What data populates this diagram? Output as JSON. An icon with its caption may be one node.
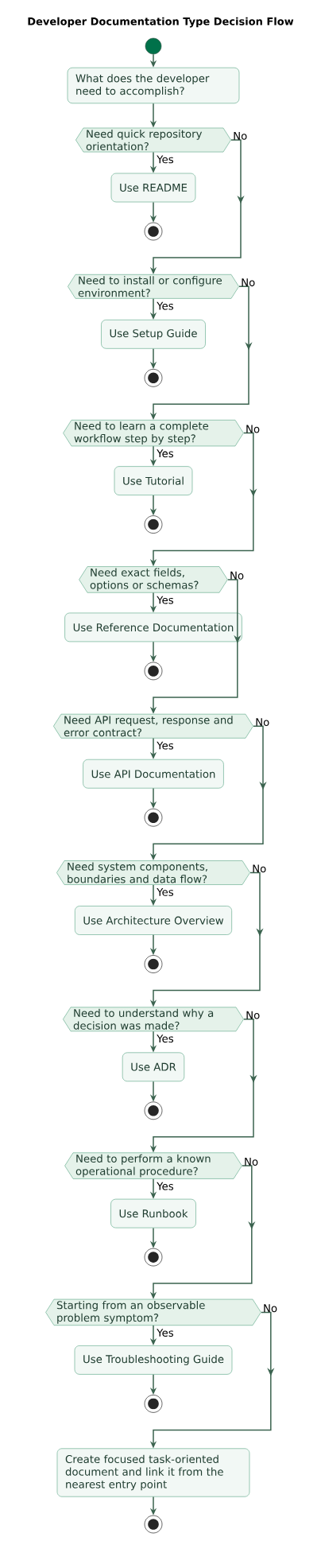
{
  "diagram": {
    "title": "Developer Documentation Type Decision Flow",
    "nodes": [
      {
        "text": [],
        "shape": "circle"
      },
      {
        "text": [
          "What does the developer need to accomplish?"
        ]
      },
      {
        "text": [
          "Need quick repository orientation?"
        ]
      },
      {
        "text": [
          "Use README"
        ]
      },
      {
        "text": [],
        "shape": "circle"
      },
      {
        "text": [
          "Need to install or configure environment?"
        ]
      },
      {
        "text": [
          "Use Setup Guide"
        ]
      },
      {
        "text": [],
        "shape": "circle"
      },
      {
        "text": [
          "Need to learn a complete workflow step by step?"
        ]
      },
      {
        "text": [
          "Use Tutorial"
        ]
      },
      {
        "text": [],
        "shape": "circle"
      },
      {
        "text": [
          "Need exact fields, options or schemas?"
        ]
      },
      {
        "text": [
          "Use Reference Documentation"
        ]
      },
      {
        "text": [],
        "shape": "circle"
      },
      {
        "text": [
          "Need API request, response and error contract?"
        ]
      },
      {
        "text": [
          "Use API Documentation"
        ]
      },
      {
        "text": [],
        "shape": "circle"
      },
      {
        "text": [
          "Need system components, boundaries and data flow?"
        ]
      },
      {
        "text": [
          "Use Architecture Overview"
        ]
      },
      {
        "text": [],
        "shape": "circle"
      },
      {
        "text": [
          "Need to understand why a decision was made?"
        ]
      },
      {
        "text": [
          "Use ADR"
        ]
      },
      {
        "text": [],
        "shape": "circle"
      },
      {
        "text": [
          "Need to perform a known operational procedure?"
        ]
      },
      {
        "text": [
          "Use Runbook"
        ]
      },
      {
        "text": [],
        "shape": "circle"
      },
      {
        "text": [
          "Starting from an observable problem symptom?"
        ]
      },
      {
        "text": [
          "Use Troubleshooting Guide"
        ]
      },
      {
        "text": [],
        "shape": "circle"
      },
      {
        "text": [
          "Create focused task-oriented document and link it from the nearest entry point"
        ]
      },
      {
        "text": [],
        "shape": "circle"
      }
    ],
    "edges": [
      {
        "from": 0,
        "to": 1,
        "arrow": "to"
      },
      {
        "from": 1,
        "to": 2,
        "arrow": "to"
      },
      {
        "from": 2,
        "to": 3,
        "arrow": "to",
        "label": "Yes"
      },
      {
        "from": 3,
        "to": 4,
        "arrow": "to"
      },
      {
        "from": 2,
        "to": 5,
        "arrow": "to",
        "label": "No"
      },
      {
        "from": 5,
        "to": 6,
        "arrow": "to",
        "label": "Yes"
      },
      {
        "from": 6,
        "to": 7,
        "arrow": "to"
      },
      {
        "from": 5,
        "to": 8,
        "arrow": "to",
        "label": "No"
      },
      {
        "from": 8,
        "to": 9,
        "arrow": "to",
        "label": "Yes"
      },
      {
        "from": 9,
        "to": 10,
        "arrow": "to"
      },
      {
        "from": 8,
        "to": 11,
        "arrow": "to",
        "label": "No"
      },
      {
        "from": 11,
        "to": 12,
        "arrow": "to",
        "label": "Yes"
      },
      {
        "from": 12,
        "to": 13,
        "arrow": "to"
      },
      {
        "from": 11,
        "to": 14,
        "arrow": "to",
        "label": "No"
      },
      {
        "from": 14,
        "to": 15,
        "arrow": "to",
        "label": "Yes"
      },
      {
        "from": 15,
        "to": 16,
        "arrow": "to"
      },
      {
        "from": 14,
        "to": 17,
        "arrow": "to",
        "label": "No"
      },
      {
        "from": 17,
        "to": 18,
        "arrow": "to",
        "label": "Yes"
      },
      {
        "from": 18,
        "to": 19,
        "arrow": "to"
      },
      {
        "from": 17,
        "to": 20,
        "arrow": "to",
        "label": "No"
      },
      {
        "from": 20,
        "to": 21,
        "arrow": "to",
        "label": "Yes"
      },
      {
        "from": 21,
        "to": 22,
        "arrow": "to"
      },
      {
        "from": 20,
        "to": 23,
        "arrow": "to",
        "label": "No"
      },
      {
        "from": 23,
        "to": 24,
        "arrow": "to",
        "label": "Yes"
      },
      {
        "from": 24,
        "to": 25,
        "arrow": "to"
      },
      {
        "from": 23,
        "to": 26,
        "arrow": "to",
        "label": "No"
      },
      {
        "from": 26,
        "to": 27,
        "arrow": "to",
        "label": "Yes"
      },
      {
        "from": 27,
        "to": 28,
        "arrow": "to"
      },
      {
        "from": 26,
        "to": 29,
        "arrow": "to",
        "label": "No"
      },
      {
        "from": 29,
        "to": 30,
        "arrow": "to"
      }
    ]
  }
}
